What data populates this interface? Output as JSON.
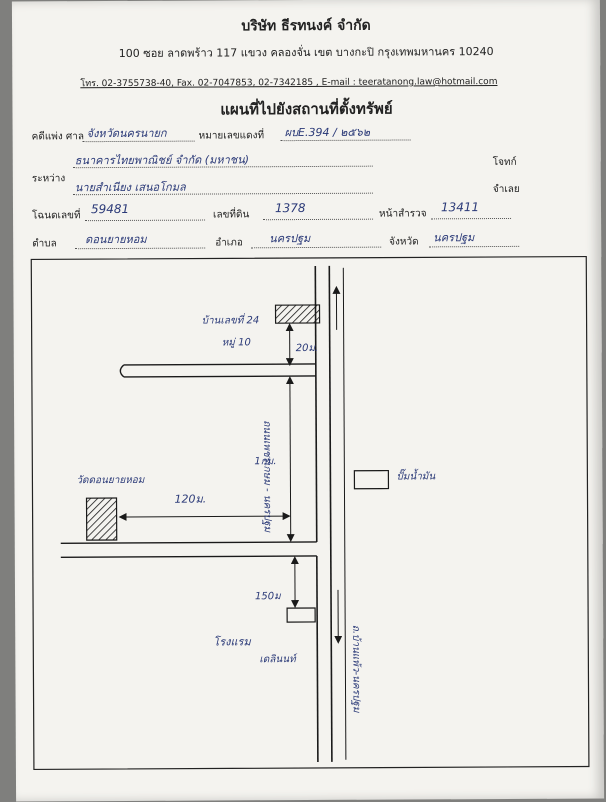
{
  "header": {
    "company": "บริษัท ธีรทนงค์ จำกัด",
    "address": "100  ซอย ลาดพร้าว 117  แขวง คลองจั่น  เขต บางกะปิ  กรุงเทพมหานคร  10240",
    "contact": "โทร. 02-3755738-40, Fax. 02-7047853, 02-7342185 , E-mail : teeratanong.law@hotmail.com",
    "title": "แผนที่ไปยังสถานที่ตั้งทรัพย์"
  },
  "form": {
    "case_label": "คดีแพ่ง  ศาล",
    "court_value": "จังหวัดนครนายก",
    "red_no_label": "หมายเลขแดงที่",
    "red_no_value": "ผบE.394 / ๒๕๖๒",
    "between_label": "ระหว่าง",
    "plaintiff_value": "ธนาคารไทยพาณิชย์ จำกัด (มหาชน)",
    "plaintiff_label": "โจทก์",
    "defendant_value": "นายสำเนียง  เสนอโกมล",
    "defendant_label": "จำเลย",
    "deed_label": "โฉนดเลขที่",
    "deed_value": "59481",
    "land_no_label": "เลขที่ดิน",
    "land_no_value": "1378",
    "survey_label": "หน้าสำรวจ",
    "survey_value": "13411",
    "subdistrict_label": "ตำบล",
    "subdistrict_value": "ดอนยายหอม",
    "district_label": "อำเภอ",
    "district_value": "นครปฐม",
    "province_label": "จังหวัด",
    "province_value": "นครปฐม"
  },
  "map": {
    "house_label_1": "บ้านเลขที่ 24",
    "house_label_2": "หมู่ 10",
    "dist_20m": "20ม.",
    "dist_1km": "1กม.",
    "dist_120m": "120ม.",
    "dist_150m": "150ม",
    "temple": "วัดดอนยายหอม",
    "gas_station": "ปั๊มน้ำมัน",
    "hotel_1": "โรงแรม",
    "hotel_2": "เดลินนท์",
    "road_top": "ถนนเพชรเกษม - นครปฐม",
    "road_bottom": "ถ.บ้านแพ้ว-นครปฐม"
  },
  "colors": {
    "ink": "#2b3a78",
    "print": "#222222",
    "paper": "#f4f3ef"
  }
}
